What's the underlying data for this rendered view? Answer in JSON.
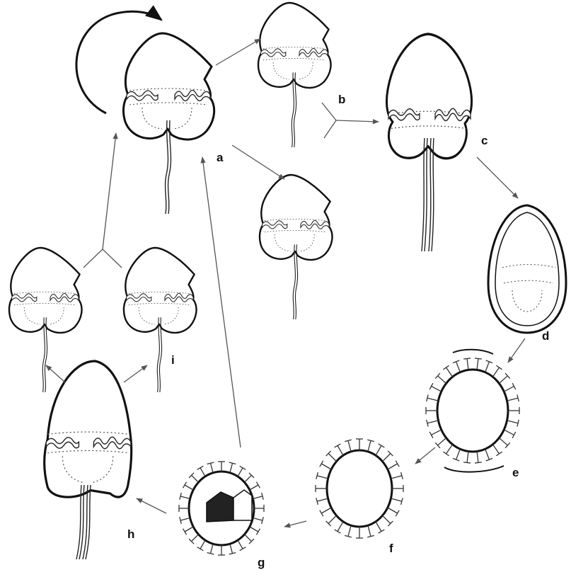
{
  "figure": {
    "background": "#ffffff",
    "ink_color": "#111111",
    "arrow_color": "#555555"
  },
  "labels": {
    "a": "a",
    "b": "b",
    "c": "c",
    "d": "d",
    "e": "e",
    "f": "f",
    "g": "g",
    "h": "h",
    "i": "i"
  }
}
